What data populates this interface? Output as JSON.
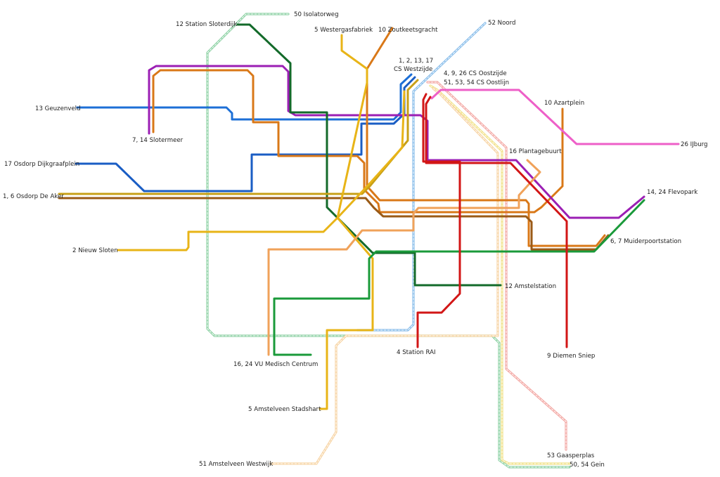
{
  "colors": {
    "blue": "#1d6fd6",
    "darkblue": "#1a5dc4",
    "purple": "#9b1fb4",
    "orange": "#d97818",
    "gold": "#c8a017",
    "brown": "#9a5a16",
    "green": "#1a9a3a",
    "darkgreen": "#136a2a",
    "yellow": "#e8b417",
    "peach": "#f0a25a",
    "pink": "#ee5fc8",
    "red": "#d21616",
    "metro_blue": "#86bcea",
    "metro_green": "#8dd1a4",
    "metro_pink": "#f3a7a3",
    "metro_peach": "#f7d3a2",
    "metro_yellow": "#f1e186"
  },
  "labels": {
    "isolatorweg": "50 Isolatorweg",
    "sloterdijk": "12 Station Sloterdijk",
    "westergasfabriek": "5 Westergasfabriek",
    "zoutkeetsgracht": "10 Zoutkeetsgracht",
    "noord": "52 Noord",
    "cs_west_lines": "1, 2, 13, 17",
    "cs_west_name": "CS Westzijde",
    "cs_oost_tram": "4, 9, 26 CS Oostzijde",
    "cs_oost_metro": "51, 53, 54 CS Oostlijn",
    "geuzenveld": "13 Geuzenveld",
    "slotermeer": "7, 14 Slotermeer",
    "azartplein": "10 Azartplein",
    "ijburg": "26 IJburg",
    "osdorp_dijkgraaf": "17 Osdorp Dijkgraafplein",
    "plantagebuurt": "16 Plantagebuurt",
    "osdorp_aker": "1, 6 Osdorp De Aker",
    "flevopark": "14, 24 Flevopark",
    "muiderpoort": "6, 7 Muiderpoortstation",
    "nieuw_sloten": "2 Nieuw Sloten",
    "amstelstation": "12 Amstelstation",
    "rai": "4 Station RAI",
    "diemen": "9 Diemen Sniep",
    "vumc": "16, 24 VU Medisch Centrum",
    "amstelveen_stadshart": "5 Amstelveen Stadshart",
    "gaasperplas": "53 Gaasperplas",
    "westwijk": "51 Amstelveen Westwijk",
    "gein": "50, 54 Gein"
  }
}
